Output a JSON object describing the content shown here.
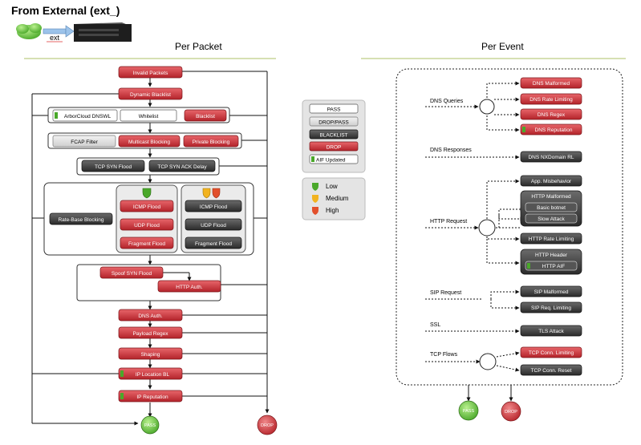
{
  "title": "From External (ext_)",
  "ext_label": "ext",
  "sections": {
    "per_packet": "Per Packet",
    "per_event": "Per Event"
  },
  "colors": {
    "red": "#c8333a",
    "red_dark": "#8e1c21",
    "black": "#3a3a3a",
    "grey_light": "#e6e6e6",
    "green": "#5fbf3a",
    "yellow": "#f2b320",
    "orange_red": "#e2502c"
  },
  "legend": {
    "pass": "PASS",
    "drop_pass": "DROP/PASS",
    "blacklist": "BLACKLIST",
    "drop": "DROP",
    "aif_updated": "AIF Updated",
    "levels": [
      "Low",
      "Medium",
      "High"
    ]
  },
  "packet": {
    "invalid_packets": "Invalid Packets",
    "dynamic_blacklist": "Dynamic Blacklist",
    "arbor_cloud": "ArborCloud DNSWL",
    "whitelist": "Whitelist",
    "blacklist": "Blacklist",
    "fcap_filter": "FCAP Filter",
    "multicast_blocking": "Multicast Blocking",
    "private_blocking": "Private Blocking",
    "tcp_syn_flood": "TCP SYN Flood",
    "tcp_syn_ack_delay": "TCP SYN ACK Delay",
    "rate_based_blocking": "Rate-Base Blocking",
    "icmp_flood": "ICMP Flood",
    "udp_flood": "UDP Flood",
    "fragment_flood": "Fragment Flood",
    "spoof_syn_flood": "Spoof SYN Flood",
    "http_auth": "HTTP Auth.",
    "dns_auth": "DNS Auth.",
    "payload_regex": "Payload Regex",
    "shaping": "Shaping",
    "ip_location_bl": "IP Location BL",
    "ip_reputation": "IP Reputation",
    "pass": "PASS",
    "drop": "DROP"
  },
  "event": {
    "dns_queries": "DNS Queries",
    "dns_malformed": "DNS Malformed",
    "dns_rate_limiting": "DNS Rate Limiting",
    "dns_regex": "DNS Regex",
    "dns_reputation": "DNS Reputation",
    "dns_responses": "DNS Responses",
    "dns_nxdomain_rl": "DNS NXDomain RL",
    "app_misbehavior": "App. Misbehavior",
    "http_request": "HTTP Request",
    "http_malformed": "HTTP Malformed",
    "basic_botnet": "Basic botnet",
    "slow_attack": "Slow Attack",
    "http_rate_limiting": "HTTP Rate Limiting",
    "http_header": "HTTP Header",
    "http_aif": "HTTP AIF",
    "sip_request": "SIP Request",
    "sip_malformed": "SIP Malformed",
    "sip_req_limiting": "SIP Req. Limiting",
    "ssl": "SSL",
    "tls_attack": "TLS Attack",
    "tcp_flows": "TCP Flows",
    "tcp_conn_limiting": "TCP Conn. Limiting",
    "tcp_conn_reset": "TCP Conn. Reset",
    "pass": "PASS",
    "drop": "DROP"
  }
}
